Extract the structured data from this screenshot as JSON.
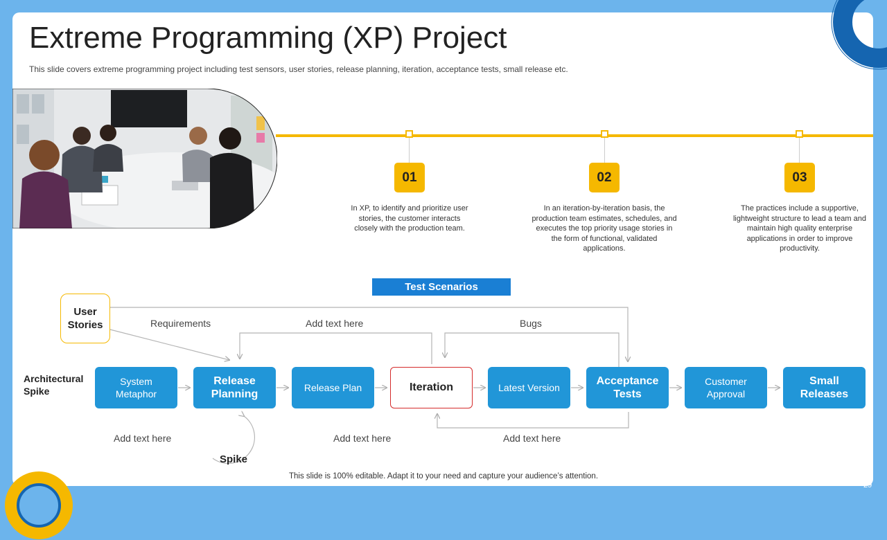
{
  "title": "Extreme Programming (XP) Project",
  "subtitle": "This slide covers extreme programming  project including test sensors, user stories, release planning, iteration, acceptance tests, small release etc.",
  "timeline": [
    {
      "num": "01",
      "text": "In XP,  to identify and prioritize user stories, the customer interacts closely with the production team."
    },
    {
      "num": "02",
      "text": "In an iteration-by-iteration basis, the production team estimates, schedules, and executes the top priority usage stories in the form of functional, validated applications."
    },
    {
      "num": "03",
      "text": "The practices include a supportive, lightweight structure to lead a team and maintain high quality enterprise applications in order to improve productivity."
    }
  ],
  "diagram": {
    "test_scenarios": "Test Scenarios",
    "user_stories": "User Stories",
    "architectural_spike": "Architectural Spike",
    "boxes": [
      "System Metaphor",
      "Release Planning",
      "Release Plan",
      "Iteration",
      "Latest Version",
      "Acceptance Tests",
      "Customer Approval",
      "Small Releases"
    ],
    "labels": {
      "requirements": "Requirements",
      "add_text_top": "Add text here",
      "bugs": "Bugs",
      "add_text_1": "Add text here",
      "add_text_2": "Add text here",
      "add_text_3": "Add text here",
      "spike": "Spike"
    }
  },
  "footer": "This slide is 100% editable. Adapt it to your need and capture your audience’s attention.",
  "page_number": "29",
  "colors": {
    "background": "#6cb4ec",
    "accent": "#f5b800",
    "box": "#2196d8",
    "header": "#1a7fd4",
    "iteration_border": "#d42a2a"
  }
}
